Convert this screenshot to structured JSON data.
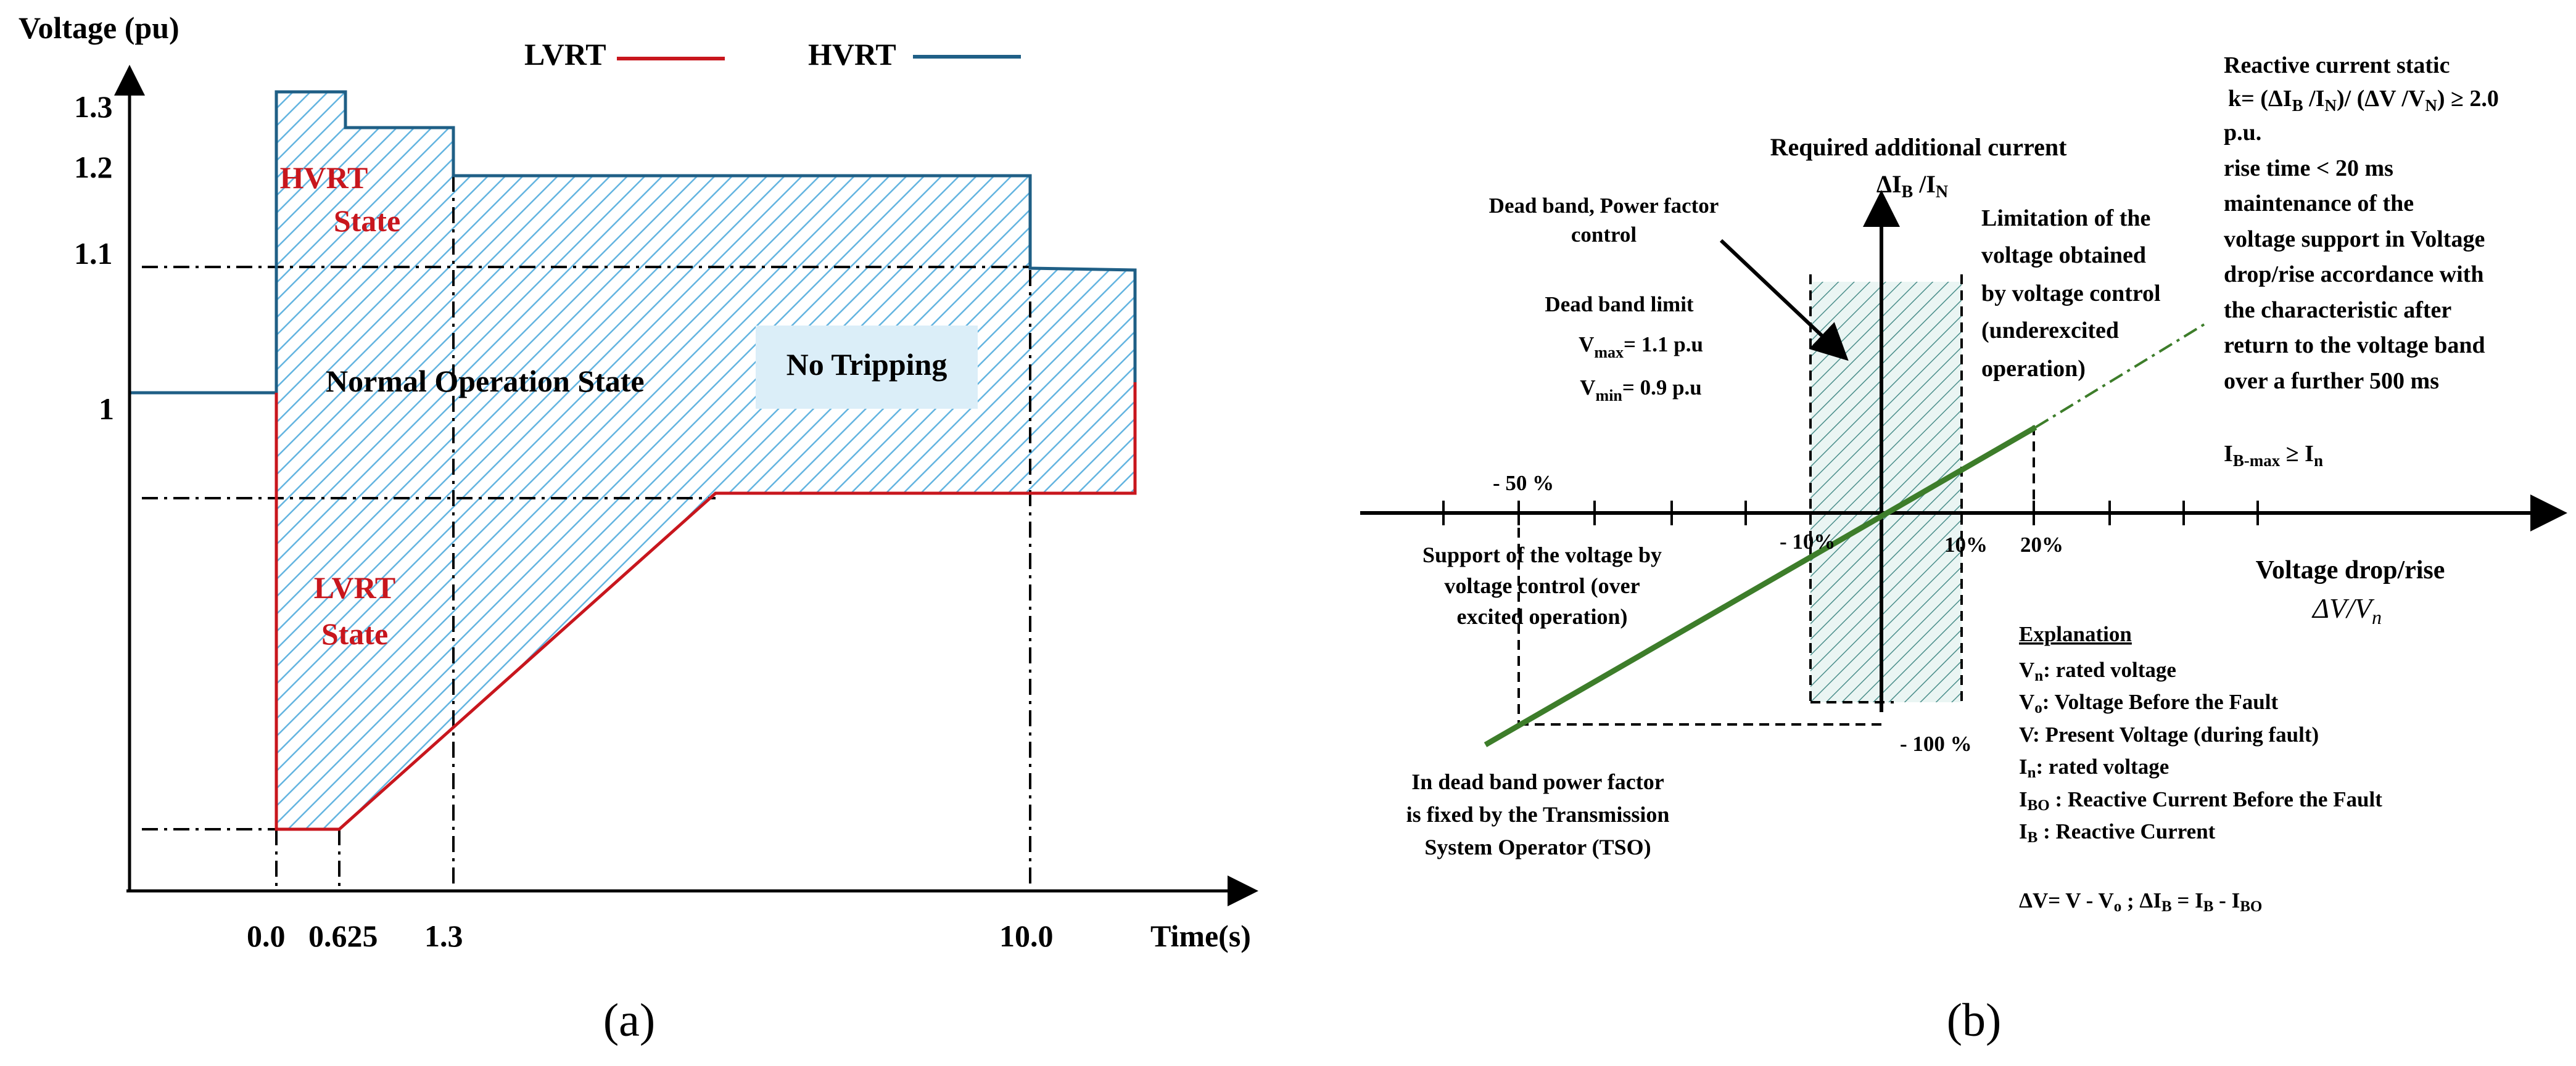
{
  "panel_a": {
    "y_axis_label": "Voltage (pu)",
    "x_axis_label": "Time(s)",
    "y_ticks": [
      "1.3",
      "1.2",
      "1.1",
      "1"
    ],
    "x_ticks": [
      "0.0",
      "0.625",
      "1.3",
      "10.0"
    ],
    "legend": {
      "lvrt": "LVRT",
      "hvrt": "HVRT"
    },
    "hvrt_state": [
      "HVRT",
      "State"
    ],
    "lvrt_state": [
      "LVRT",
      "State"
    ],
    "normal_state": "Normal Operation State",
    "no_tripping": "No Tripping",
    "caption": "(a)",
    "colors": {
      "lvrt": "#c8161d",
      "hvrt": "#1f5f86",
      "hatch": "#63b4e0",
      "box": "#dbeef8"
    }
  },
  "panel_b": {
    "y_axis_label_1": "Required additional current",
    "y_axis_label_2": "ΔI",
    "y_axis_label_sub1": "B",
    "y_axis_label_mid": " /I",
    "y_axis_label_sub2": "N",
    "dead_band_pf": [
      "Dead band, Power factor",
      "control"
    ],
    "dead_band_limit": "Dead band limit",
    "vmax": {
      "v": "V",
      "sub": "max",
      "rest": "= 1.1 p.u"
    },
    "vmin": {
      "v": "V",
      "sub": "min",
      "rest": "= 0.9 p.u"
    },
    "limitation": [
      "Limitation of the",
      "voltage obtained",
      "by voltage control",
      "(underexcited",
      "operation)"
    ],
    "reactive_title": "Reactive current static",
    "reactive_k": "k= (ΔI_B /I_N)/ (ΔV /V_N) ≥ 2.0",
    "reactive_lines": [
      "p.u.",
      "rise time < 20 ms",
      "maintenance of the",
      "voltage support in Voltage",
      "drop/rise accordance with",
      "the characteristic after",
      "return to the voltage band",
      "over a further 500 ms"
    ],
    "ib_max": "I_B-max ≥ I_n",
    "tick_m50": "- 50 %",
    "tick_m10": "- 10%",
    "tick_10": "10%",
    "tick_20": "20%",
    "tick_m100": "- 100 %",
    "support": [
      "Support of the voltage by",
      "voltage control  (over",
      "excited operation)"
    ],
    "dead_band_tso": [
      "In dead band power factor",
      "is fixed by the Transmission",
      "System Operator (TSO)"
    ],
    "x_axis_label_1": "Voltage drop/rise",
    "x_axis_label_2": "ΔV/V",
    "x_axis_label_2_sub": "n",
    "explanation_title": "Explanation",
    "explanation": [
      {
        "s": "V",
        "sub": "n",
        "t": ": rated voltage"
      },
      {
        "s": "V",
        "sub": "o",
        "t": ": Voltage Before the Fault"
      },
      {
        "s": "V",
        "sub": "",
        "t": ": Present Voltage (during fault)"
      },
      {
        "s": " I",
        "sub": "n",
        "t": ": rated voltage"
      },
      {
        "s": " I",
        "sub": "BO",
        "t": " : Reactive Current Before the Fault"
      },
      {
        "s": " I",
        "sub": "B",
        "t": " : Reactive Current"
      }
    ],
    "delta_formula": "ΔV= V - V_o  ;  ΔI_B = I_B - I_BO",
    "caption": "(b)",
    "colors": {
      "line": "#3d7d2a",
      "hatch": "#4a8e8a",
      "box": "#e8f4f2"
    }
  }
}
